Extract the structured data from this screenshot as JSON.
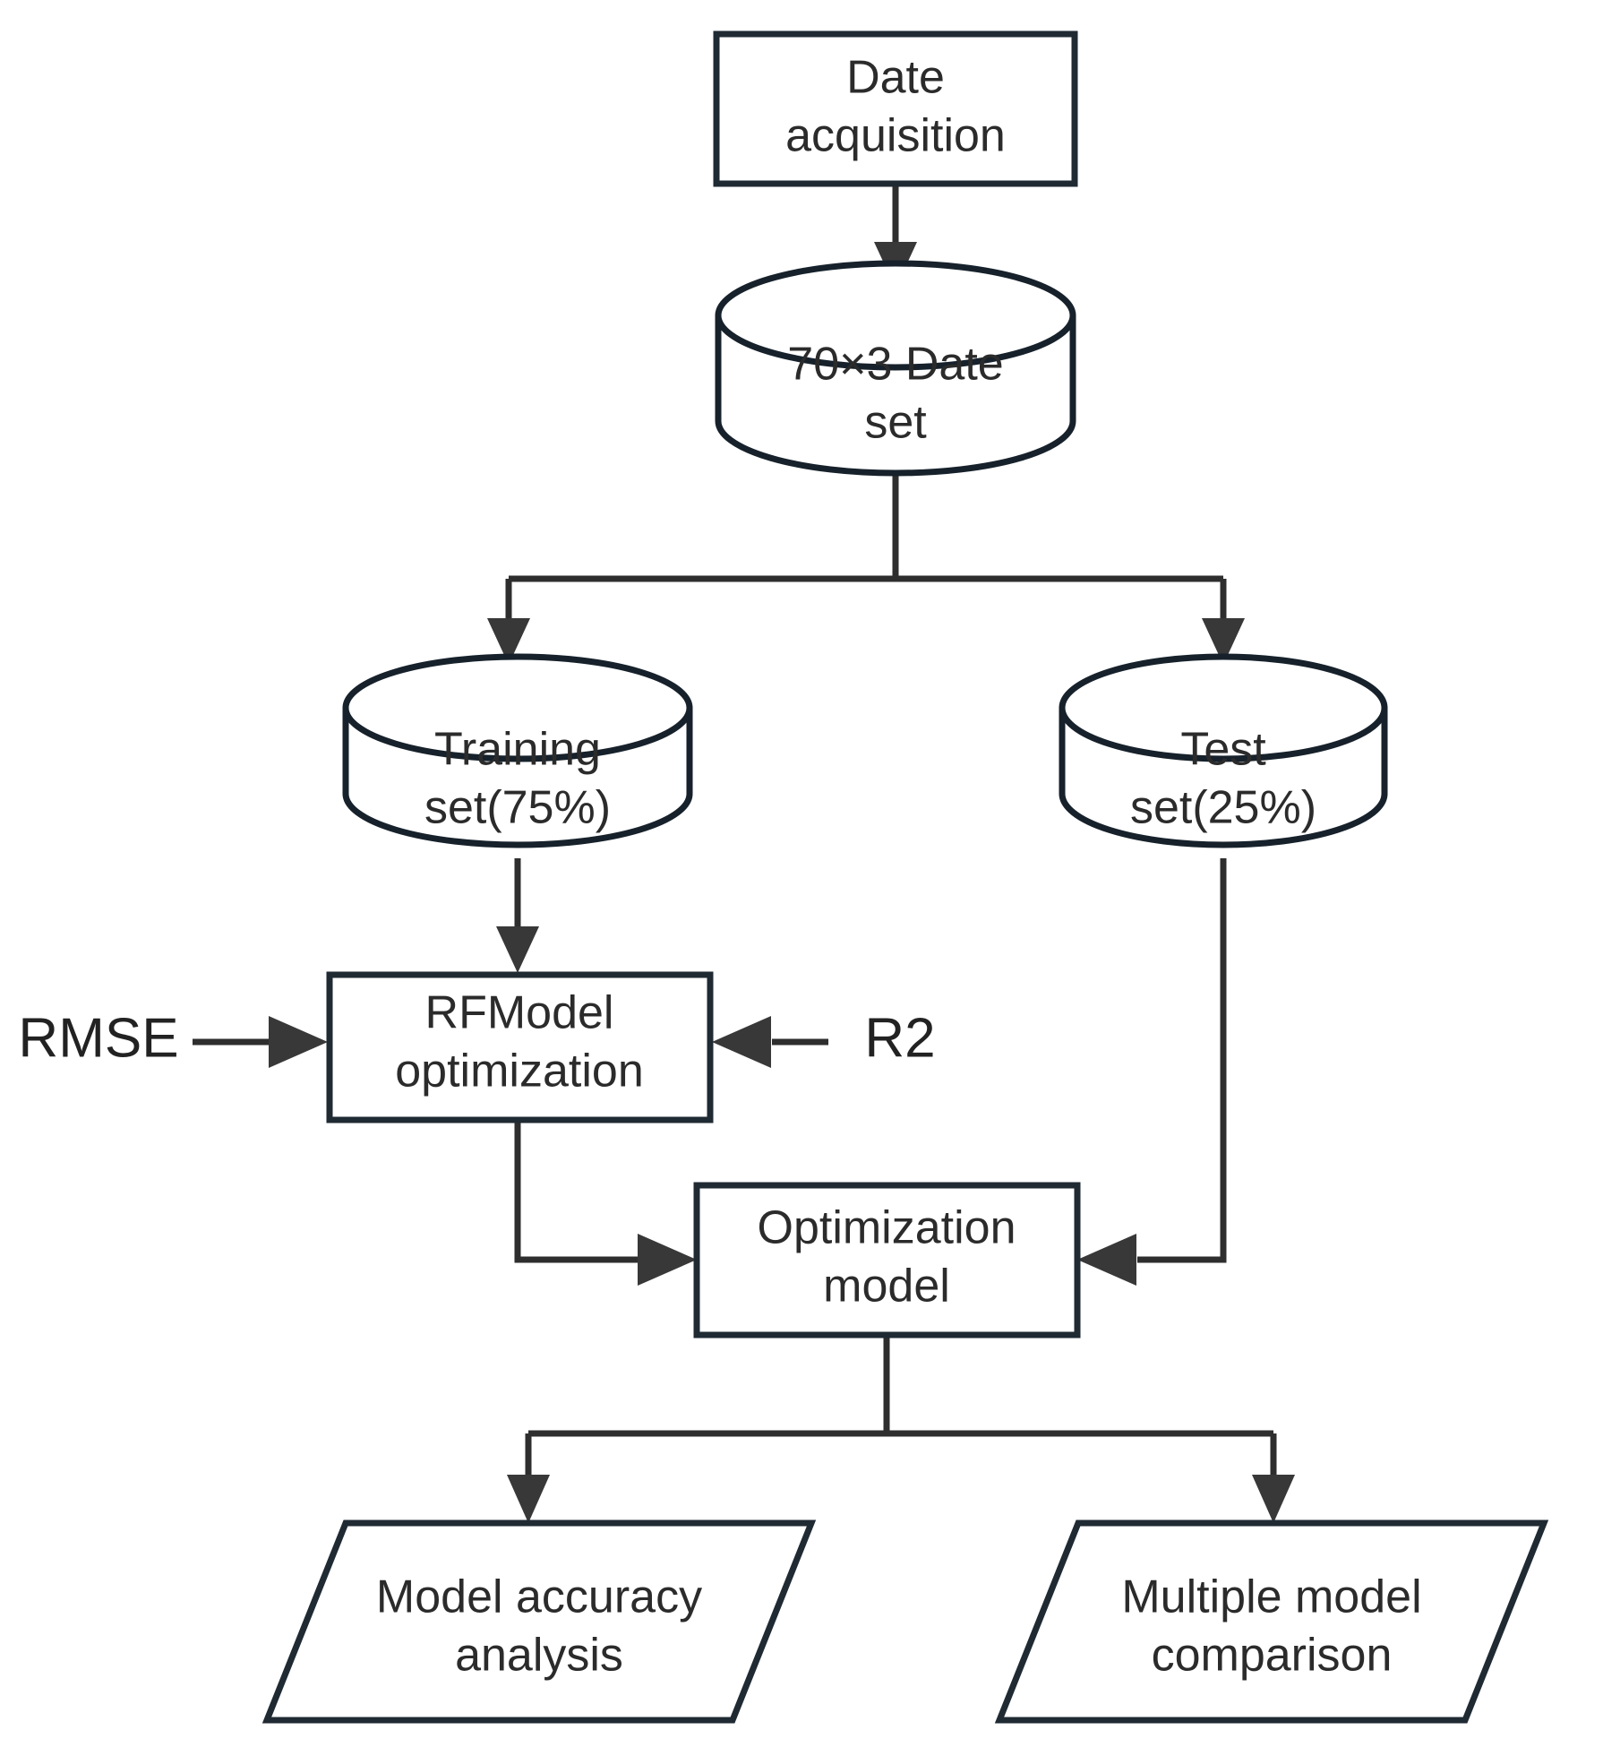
{
  "diagram": {
    "title": "Random Forest model workflow flowchart",
    "background_color": "#ffffff",
    "line_color": "#1f2a33",
    "text_color": "#2b2b2b",
    "nodes": {
      "data_acquisition": {
        "shape": "rectangle",
        "line1": "Date",
        "line2": "acquisition"
      },
      "dataset": {
        "shape": "cylinder",
        "line1": "70×3 Date",
        "line2": "set"
      },
      "training_set": {
        "shape": "cylinder",
        "line1": "Training",
        "line2": "set(75%)"
      },
      "test_set": {
        "shape": "cylinder",
        "line1": "Test",
        "line2": "set(25%)"
      },
      "rf_model": {
        "shape": "rectangle",
        "line1": "RFModel",
        "line2": "optimization"
      },
      "optimization_model": {
        "shape": "rectangle",
        "line1": "Optimization",
        "line2": "model"
      },
      "accuracy_analysis": {
        "shape": "parallelogram",
        "line1": "Model accuracy",
        "line2": "analysis"
      },
      "model_comparison": {
        "shape": "parallelogram",
        "line1": "Multiple model",
        "line2": "comparison"
      }
    },
    "metric_inputs": {
      "rmse": "RMSE",
      "r2": "R2"
    },
    "edges": [
      {
        "name": "acquisition-to-dataset",
        "from": "data_acquisition",
        "to": "dataset",
        "arrow": true
      },
      {
        "name": "dataset-to-training",
        "from": "dataset",
        "to": "training_set",
        "arrow": true
      },
      {
        "name": "dataset-to-test",
        "from": "dataset",
        "to": "test_set",
        "arrow": true
      },
      {
        "name": "training-to-rfmodel",
        "from": "training_set",
        "to": "rf_model",
        "arrow": true
      },
      {
        "name": "rmse-to-rfmodel",
        "from": "rmse",
        "to": "rf_model",
        "arrow": true
      },
      {
        "name": "r2-to-rfmodel",
        "from": "r2",
        "to": "rf_model",
        "arrow": true
      },
      {
        "name": "rfmodel-to-optimization",
        "from": "rf_model",
        "to": "optimization_model",
        "arrow": true
      },
      {
        "name": "test-to-optimization",
        "from": "test_set",
        "to": "optimization_model",
        "arrow": true
      },
      {
        "name": "optimization-to-accuracy",
        "from": "optimization_model",
        "to": "accuracy_analysis",
        "arrow": true
      },
      {
        "name": "optimization-to-comparison",
        "from": "optimization_model",
        "to": "model_comparison",
        "arrow": true
      }
    ]
  }
}
